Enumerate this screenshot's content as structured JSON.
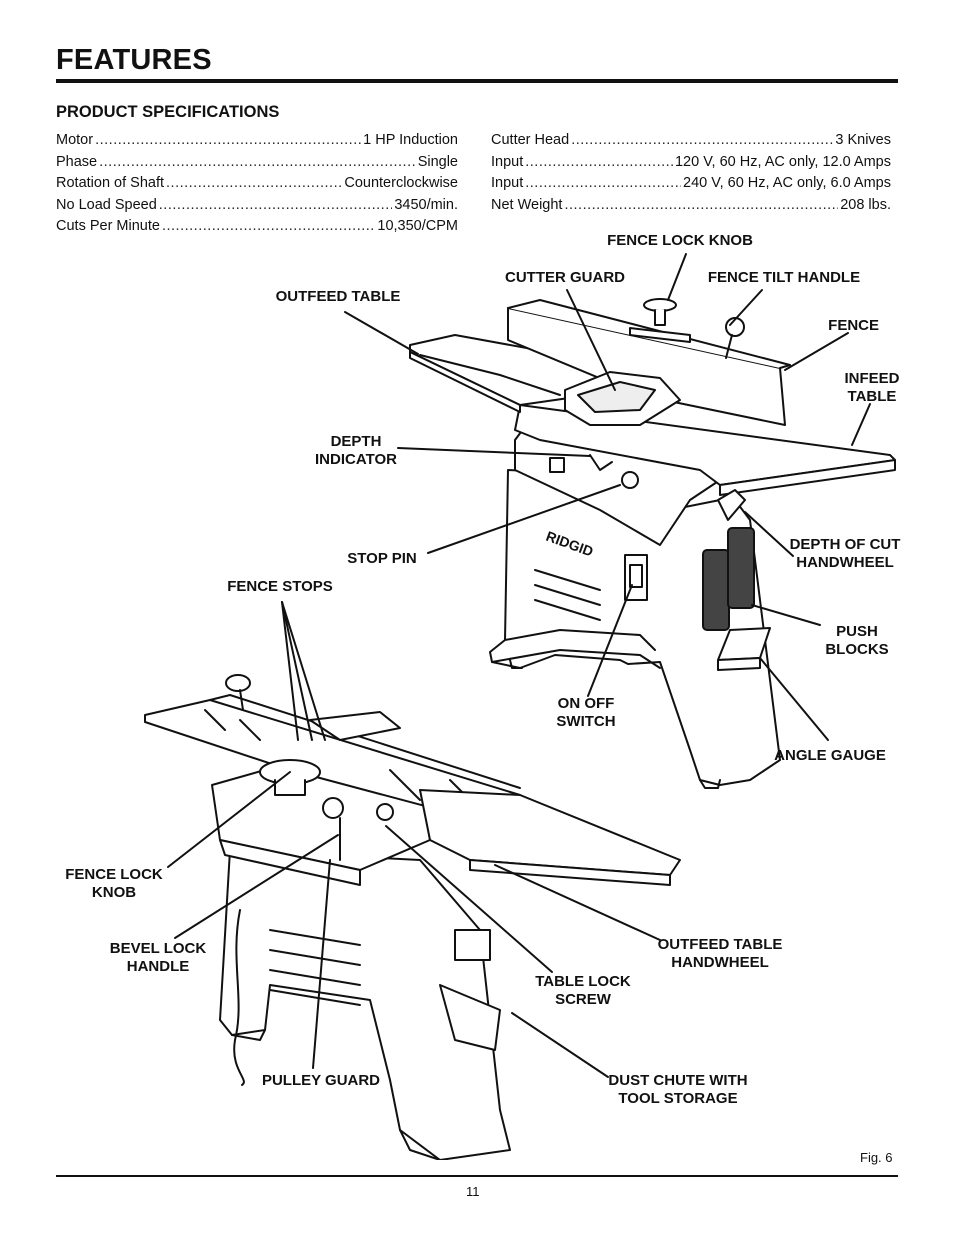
{
  "page": {
    "title": "FEATURES",
    "section_title": "PRODUCT SPECIFICATIONS",
    "fig_label": "Fig. 6",
    "page_number": "11"
  },
  "specs": {
    "left": [
      {
        "label": "Motor",
        "value": "1 HP Induction"
      },
      {
        "label": "Phase",
        "value": "Single"
      },
      {
        "label": "Rotation of Shaft",
        "value": "Counterclockwise"
      },
      {
        "label": "No Load Speed",
        "value": "3450/min."
      },
      {
        "label": "Cuts Per Minute",
        "value": "10,350/CPM"
      }
    ],
    "right": [
      {
        "label": "Cutter Head",
        "value": "3 Knives"
      },
      {
        "label": "Input",
        "value": "120 V, 60 Hz, AC only, 12.0 Amps"
      },
      {
        "label": "Input",
        "value": "240 V, 60 Hz, AC only, 6.0 Amps"
      },
      {
        "label": "Net Weight",
        "value": "208 lbs."
      }
    ]
  },
  "callouts": {
    "fence_lock_knob_top": "FENCE LOCK KNOB",
    "cutter_guard": "CUTTER GUARD",
    "fence_tilt_handle": "FENCE TILT HANDLE",
    "outfeed_table": "OUTFEED TABLE",
    "fence": "FENCE",
    "infeed_table_1": "INFEED",
    "infeed_table_2": "TABLE",
    "depth_indicator_1": "DEPTH",
    "depth_indicator_2": "INDICATOR",
    "stop_pin": "STOP PIN",
    "depth_of_cut_1": "DEPTH OF CUT",
    "depth_of_cut_2": "HANDWHEEL",
    "fence_stops": "FENCE STOPS",
    "push_blocks_1": "PUSH",
    "push_blocks_2": "BLOCKS",
    "on_off_1": "ON OFF",
    "on_off_2": "SWITCH",
    "angle_gauge": "ANGLE GAUGE",
    "fence_lock_knob_1": "FENCE LOCK",
    "fence_lock_knob_2": "KNOB",
    "bevel_lock_1": "BEVEL LOCK",
    "bevel_lock_2": "HANDLE",
    "outfeed_handwheel_1": "OUTFEED TABLE",
    "outfeed_handwheel_2": "HANDWHEEL",
    "table_lock_1": "TABLE LOCK",
    "table_lock_2": "SCREW",
    "pulley_guard": "PULLEY GUARD",
    "dust_chute_1": "DUST CHUTE WITH",
    "dust_chute_2": "TOOL STORAGE",
    "brand": "RIDGID"
  }
}
